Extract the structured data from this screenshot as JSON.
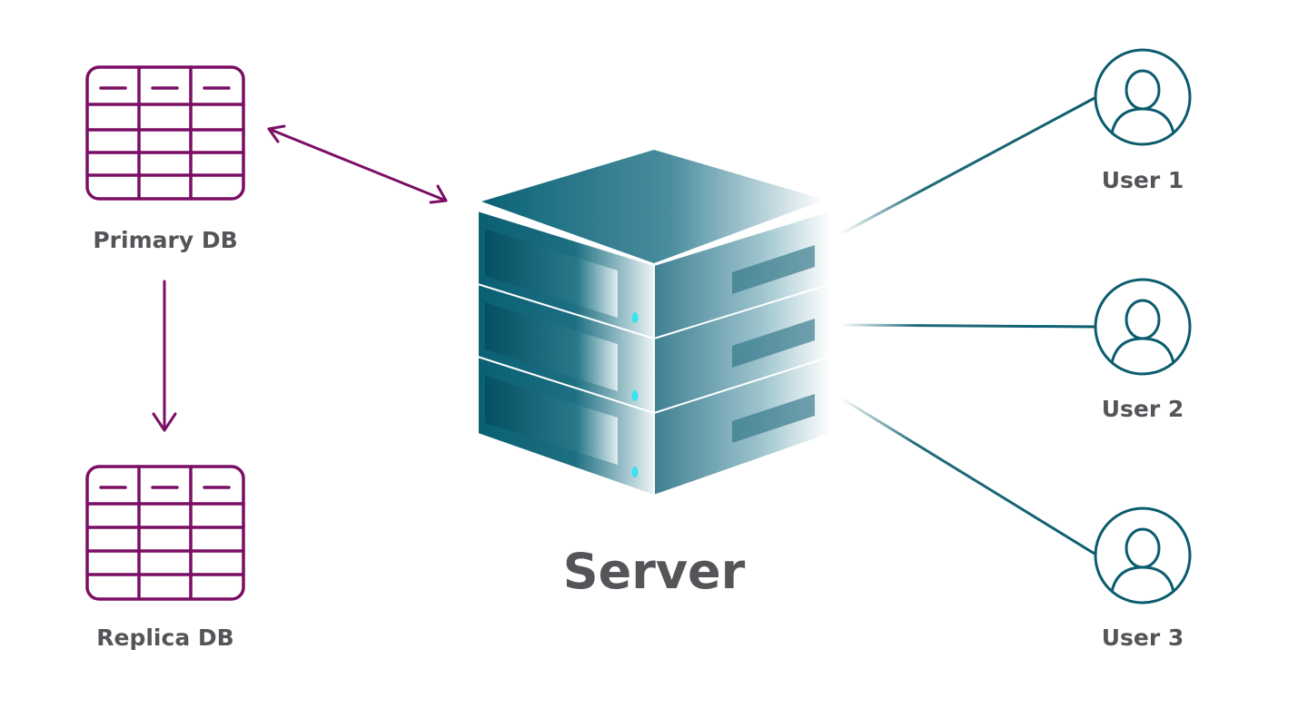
{
  "diagram": {
    "primary_db": {
      "label": "Primary DB"
    },
    "replica_db": {
      "label": "Replica DB"
    },
    "server": {
      "label": "Server"
    },
    "users": [
      {
        "label": "User 1"
      },
      {
        "label": "User 2"
      },
      {
        "label": "User 3"
      }
    ]
  },
  "colors": {
    "database": "#7a0e64",
    "teal": "#0a5c6e",
    "server_dark": "#075a6d",
    "server_light": "#e8f3f5",
    "label_gray": "#555559",
    "indicator": "#36e3f0"
  },
  "icons": {
    "database": "database-table-icon",
    "user": "user-circle-icon",
    "server": "server-stack-icon"
  }
}
